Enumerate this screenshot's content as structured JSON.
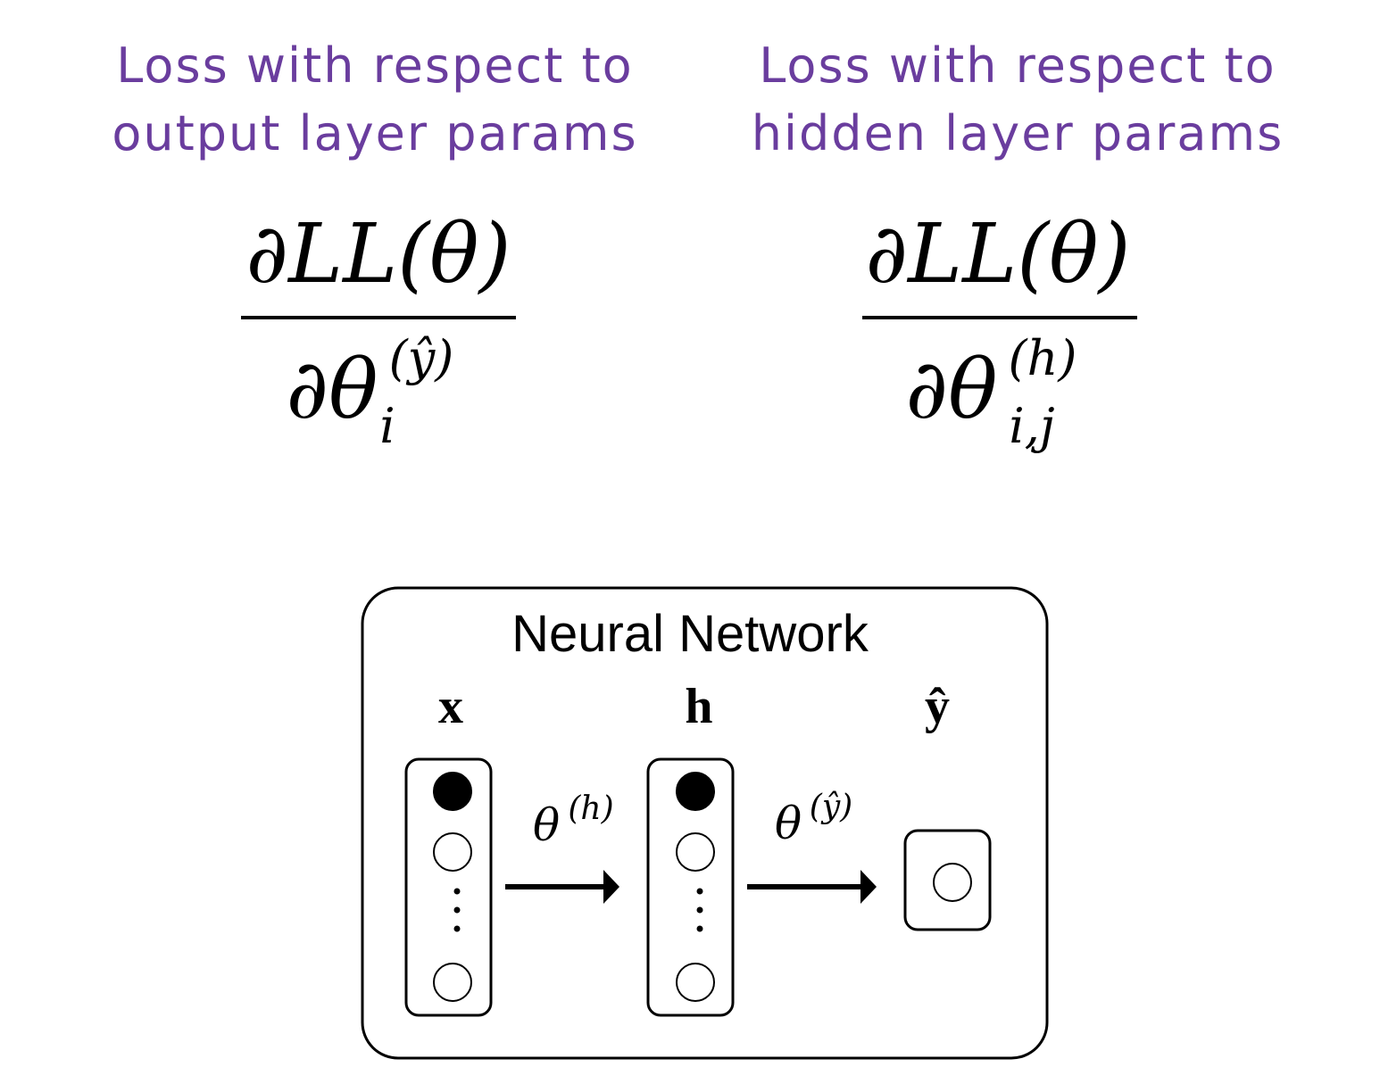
{
  "captions": {
    "output": {
      "line1": "Loss with respect to",
      "line2": "output layer params"
    },
    "hidden": {
      "line1": "Loss with respect to",
      "line2": "hidden layer params"
    }
  },
  "equations": {
    "output": {
      "numerator": "∂LL(θ)",
      "denominator": "∂θ",
      "superscript": "(ŷ)",
      "subscript": "i"
    },
    "hidden": {
      "numerator": "∂LL(θ)",
      "denominator": "∂θ",
      "superscript": "(h)",
      "subscript": "i,j"
    }
  },
  "network": {
    "title": "Neural Network",
    "layers": {
      "input": "x",
      "hidden": "h",
      "output": "ŷ"
    },
    "weights": {
      "hidden": {
        "symbol": "θ",
        "superscript": "(h)"
      },
      "output": {
        "symbol": "θ",
        "superscript": "(ŷ)"
      }
    },
    "vertical_dots": "⋮"
  },
  "colors": {
    "caption": "#6a3d9e",
    "ink": "#000000"
  }
}
